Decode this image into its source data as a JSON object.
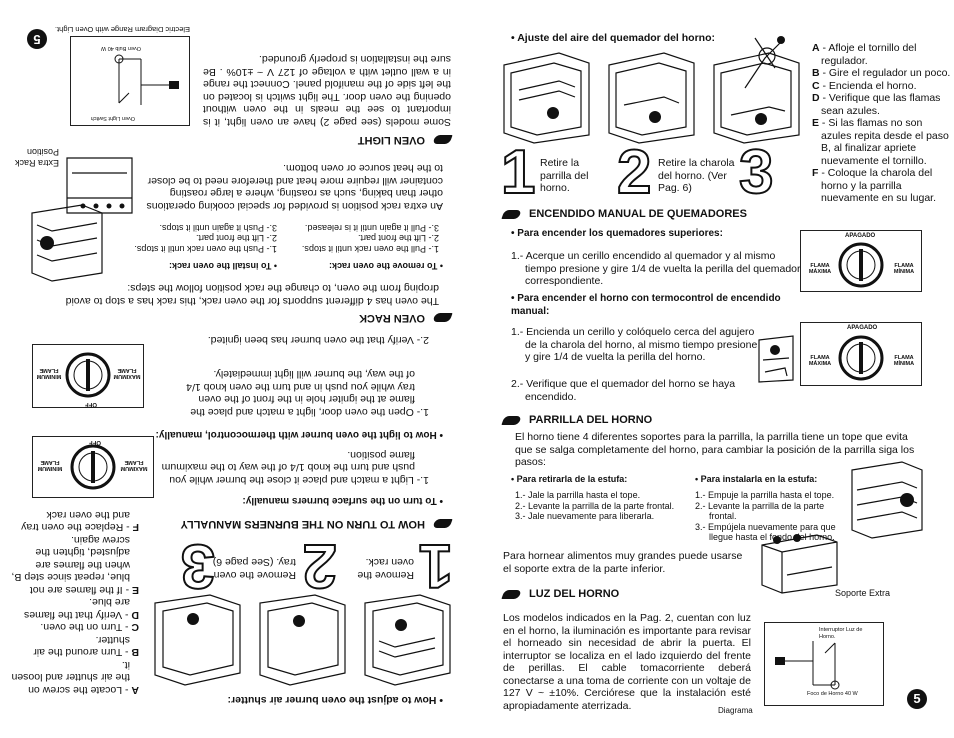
{
  "right": {
    "sec1_title": "• Ajuste del aire del quemador del horno:",
    "steps": [
      {
        "n": "1",
        "text": "Retire la parrilla del horno."
      },
      {
        "n": "2",
        "text": "Retire la charola del horno. (Ver Pag. 6)"
      },
      {
        "n": "3",
        "text": ""
      }
    ],
    "legend": [
      {
        "k": "A",
        "v": " - Afloje el tornillo del regulador."
      },
      {
        "k": "B",
        "v": " - Gire el regulador un poco."
      },
      {
        "k": "C",
        "v": " - Encienda el horno."
      },
      {
        "k": "D",
        "v": " - Verifique que las flamas sean azules."
      },
      {
        "k": "E",
        "v": " - Si las flamas no son azules repita desde el paso B, al finalizar apriete nuevamente el tornillo."
      },
      {
        "k": "F",
        "v": " - Coloque la charola del horno y la parrilla nuevamente en su lugar."
      }
    ],
    "enc_title": "ENCENDIDO MANUAL DE QUEMADORES",
    "enc_sub1": "• Para encender los quemadores superiores:",
    "enc_p1": "1.- Acerque un cerillo encendido al quemador y al mismo tiempo presione y gire 1/4 de vuelta la perilla del quemador correspondiente.",
    "enc_sub2": "• Para encender el horno con termocontrol de encendido manual:",
    "enc_p2": "1.- Encienda un cerillo y colóquelo cerca del agujero de la charola del horno, al mismo tiempo presione y gire 1/4 de vuelta la perilla del horno.",
    "enc_p3": "2.- Verifique que el quemador del horno se haya encendido.",
    "knob1": {
      "top": "APAGADO",
      "left": "FLAMA MÁXIMA",
      "right": "FLAMA MÍNIMA"
    },
    "knob2": {
      "top": "APAGADO",
      "left": "FLAMA MÁXIMA",
      "right": "FLAMA MÍNIMA"
    },
    "par_title": "PARRILLA DEL HORNO",
    "par_p": "El horno tiene 4 diferentes soportes para la parrilla, la parrilla tiene un tope que evita que se salga completamente del horno, para cambiar la posición de la parrilla siga los pasos:",
    "par_ret_title": "• Para retirarla de la estufa:",
    "par_ret": [
      "1.- Jale la parrilla hasta el tope.",
      "2.- Levante la parrilla de la parte frontal.",
      "3.- Jale nuevamente para liberarla."
    ],
    "par_ins_title": "• Para instalarla en la estufa:",
    "par_ins": [
      "1.- Empuje la parrilla hasta el tope.",
      "2.- Levante la parrilla de la parte frontal.",
      "3.- Empújela nuevamente para que llegue hasta el fondo del horno."
    ],
    "par_extra": "Para hornear alimentos muy grandes puede usarse el soporte extra de la parte inferior.",
    "soporte_label": "Soporte Extra",
    "luz_title": "LUZ DEL HORNO",
    "luz_p": "Los modelos indicados en la Pag. 2, cuentan con luz en el horno, la iluminación es importante para revisar el horneado sin necesidad de abrir la puerta. El interruptor se localiza en el lado izquierdo del frente de perillas. El cable tomacorriente deberá conectarse a una toma de corriente con un voltaje de 127 V ~ ±10%. Cerciórese que la instalación esté apropiadamente aterrizada.",
    "diag_switch": "Interruptor Luz de Horno.",
    "diag_bulb": "Foco de Horno 40 W",
    "diag_caption": "Diagrama",
    "page_num": "5"
  },
  "left": {
    "sec1_title": "• How to adjust the oven burner air shutter:",
    "steps": [
      {
        "n": "1",
        "text": "Remove the oven rack."
      },
      {
        "n": "2",
        "text": "Remove the oven tray. (See page 6)"
      },
      {
        "n": "3",
        "text": ""
      }
    ],
    "legend": [
      {
        "k": "A",
        "v": " - Locate the screw on the air shutter and loosen it."
      },
      {
        "k": "B",
        "v": " - Turn around the air shutter."
      },
      {
        "k": "C",
        "v": " - Turn on the oven."
      },
      {
        "k": "D",
        "v": " - Verify that the flames are blue."
      },
      {
        "k": "E",
        "v": " - If the flames are not blue, repeat since step B, when the flames are adjusted, tighten the screw again."
      },
      {
        "k": "F",
        "v": " - Replace the oven tray and the oven rack"
      }
    ],
    "how_title": "HOW TO TURN ON THE BURNERS MANUALLY",
    "how_sub1": "• To turn on the surface burners manually:",
    "how_p1": "1.- Light a match and place it close the burner while you push and turn the knob 1/4 of the way to the maximum flame position.",
    "how_sub2": "• How to light the oven burner with thermocontrol, manually:",
    "how_p2": "1.- Open the oven door, light a match and place the flame at the igniter hole in the front of the oven tray while you push in and turn the oven knob 1/4 of the way, the burner will light immediately.",
    "how_p3": "2.- Verify that the oven burner has been ignited.",
    "knob1": {
      "top": "OFF",
      "left": "MAXIMUM FLAME",
      "right": "MINIMUM FLAME"
    },
    "knob2": {
      "top": "OFF",
      "left": "MAXIMUM FLAME",
      "right": "MINIMUM FLAME"
    },
    "rack_title": "OVEN RACK",
    "rack_p": "The oven has 4 different supports for the oven rack, this rack has a stop to avoid droping from the oven, to change the rack position follow the steps:",
    "rack_rem_title": "• To remove the oven rack:",
    "rack_rem": [
      "1.- Pull the oven rack until it stops.",
      "2.- Lift the front part.",
      "3.- Pull it again until it is released."
    ],
    "rack_ins_title": "• To install the oven rack:",
    "rack_ins": [
      "1.- Push the oven rack until it stops.",
      "2.- Lift the front part.",
      "3.- Push it again until it stops."
    ],
    "rack_extra": "An extra rack position is provided for special cooking operations other than baking, such as roasting, where a large roasting container will require more heat and therefore need to be closer to the heat source or oven bottom.",
    "extra_label": "Extra Rack Position",
    "light_title": "OVEN LIGHT",
    "light_p": "Some models (see page 2) have an oven light, it is important to see the meals in the oven without opening the oven door. The light switch is located on the left side of the manifold panel. Connect the range in a wall outlet with a voltage of 127 V ~ ±10% . Be sure the installation is properly grounded.",
    "diag_switch": "Oven Light Switch",
    "diag_bulb": "Oven Bulb 40 W",
    "diag_caption": "Electric Diagram Range with Oven Light.",
    "page_num": "5"
  }
}
